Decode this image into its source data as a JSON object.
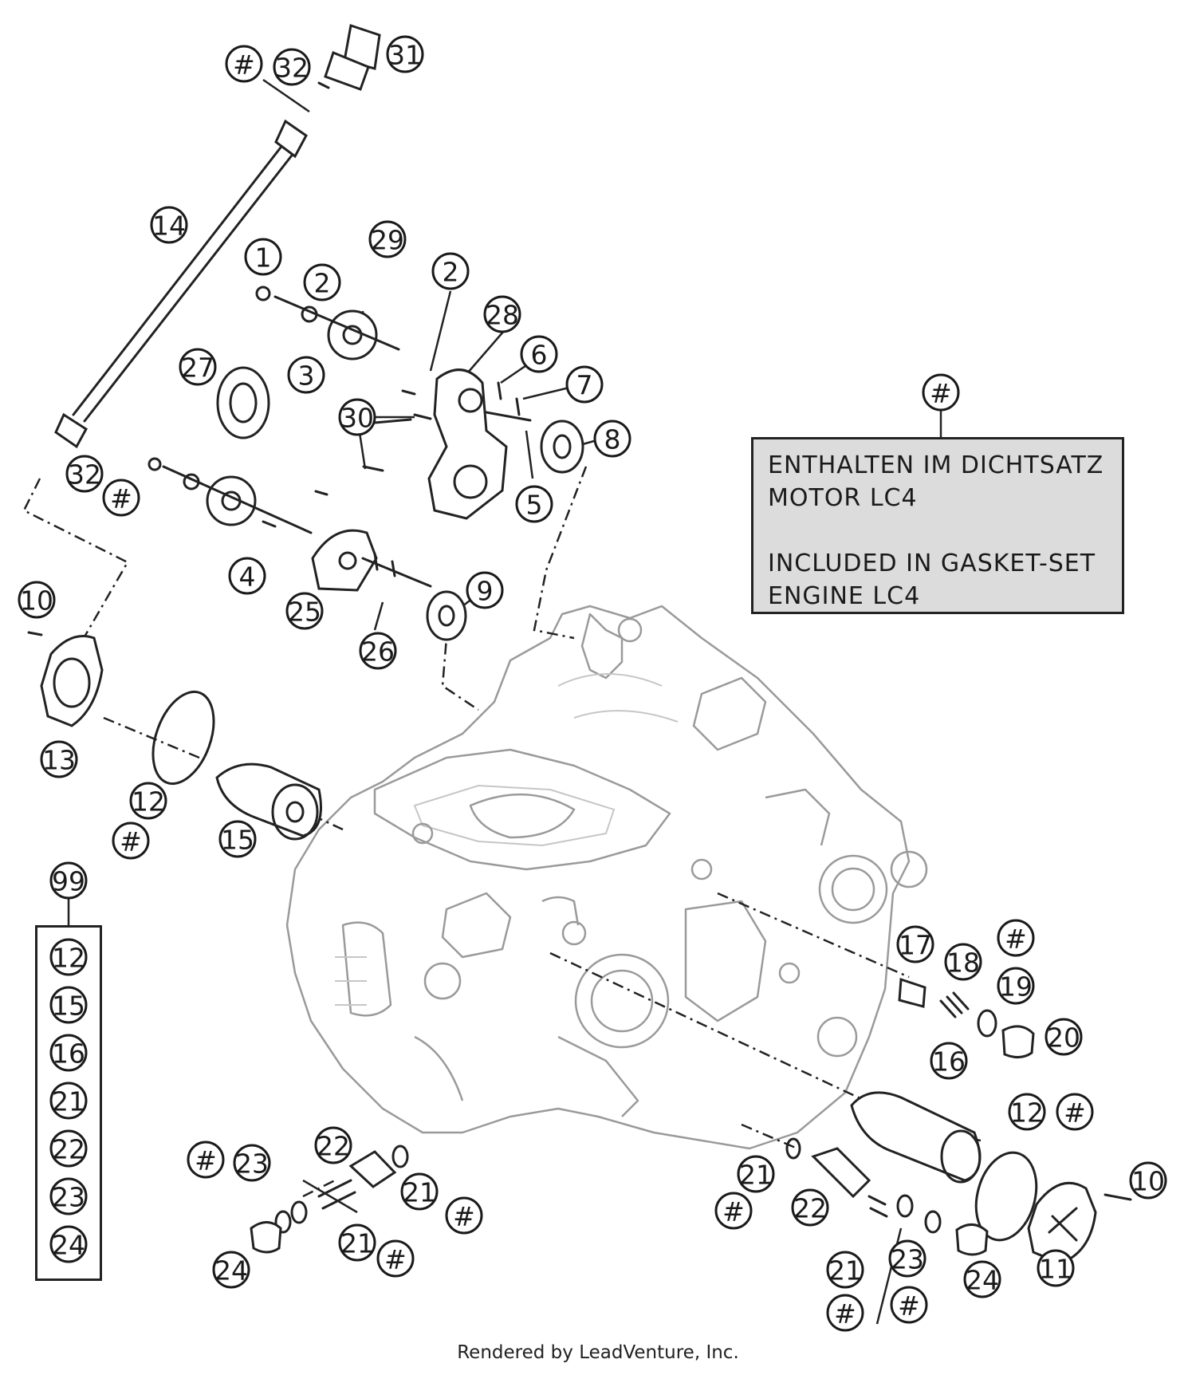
{
  "note": {
    "marker": "#",
    "line1": "ENTHALTEN IM DICHTSATZ",
    "line2": "MOTOR LC4",
    "line3": "INCLUDED IN GASKET-SET",
    "line4": "ENGINE LC4"
  },
  "kit": {
    "label": "99",
    "items": [
      "12",
      "15",
      "16",
      "21",
      "22",
      "23",
      "24"
    ]
  },
  "callouts": [
    {
      "id": "c-hash-31",
      "label": "#"
    },
    {
      "id": "c-32-top",
      "label": "32"
    },
    {
      "id": "c-31",
      "label": "31"
    },
    {
      "id": "c-14",
      "label": "14"
    },
    {
      "id": "c-1",
      "label": "1"
    },
    {
      "id": "c-2a",
      "label": "2"
    },
    {
      "id": "c-29",
      "label": "29"
    },
    {
      "id": "c-2b",
      "label": "2"
    },
    {
      "id": "c-28",
      "label": "28"
    },
    {
      "id": "c-27",
      "label": "27"
    },
    {
      "id": "c-3",
      "label": "3"
    },
    {
      "id": "c-6",
      "label": "6"
    },
    {
      "id": "c-7",
      "label": "7"
    },
    {
      "id": "c-30",
      "label": "30"
    },
    {
      "id": "c-8",
      "label": "8"
    },
    {
      "id": "c-5",
      "label": "5"
    },
    {
      "id": "c-32-mid",
      "label": "32"
    },
    {
      "id": "c-hash-32mid",
      "label": "#"
    },
    {
      "id": "c-4",
      "label": "4"
    },
    {
      "id": "c-9",
      "label": "9"
    },
    {
      "id": "c-25",
      "label": "25"
    },
    {
      "id": "c-26",
      "label": "26"
    },
    {
      "id": "c-10-left",
      "label": "10"
    },
    {
      "id": "c-13",
      "label": "13"
    },
    {
      "id": "c-12-left",
      "label": "12"
    },
    {
      "id": "c-hash-12left",
      "label": "#"
    },
    {
      "id": "c-15",
      "label": "15"
    },
    {
      "id": "c-17",
      "label": "17"
    },
    {
      "id": "c-hash-18",
      "label": "#"
    },
    {
      "id": "c-18",
      "label": "18"
    },
    {
      "id": "c-19",
      "label": "19"
    },
    {
      "id": "c-20",
      "label": "20"
    },
    {
      "id": "c-16",
      "label": "16"
    },
    {
      "id": "c-12-right",
      "label": "12"
    },
    {
      "id": "c-hash-12right",
      "label": "#"
    },
    {
      "id": "c-10-right",
      "label": "10"
    },
    {
      "id": "c-22-left",
      "label": "22"
    },
    {
      "id": "c-hash-23left",
      "label": "#"
    },
    {
      "id": "c-23-left",
      "label": "23"
    },
    {
      "id": "c-21-left-a",
      "label": "21"
    },
    {
      "id": "c-hash-21left-a",
      "label": "#"
    },
    {
      "id": "c-21-left-b",
      "label": "21"
    },
    {
      "id": "c-hash-21left-b",
      "label": "#"
    },
    {
      "id": "c-24-left",
      "label": "24"
    },
    {
      "id": "c-21-right-a",
      "label": "21"
    },
    {
      "id": "c-hash-21right-a",
      "label": "#"
    },
    {
      "id": "c-22-right",
      "label": "22"
    },
    {
      "id": "c-21-right-b",
      "label": "21"
    },
    {
      "id": "c-hash-21right-b",
      "label": "#"
    },
    {
      "id": "c-23-right",
      "label": "23"
    },
    {
      "id": "c-hash-23right",
      "label": "#"
    },
    {
      "id": "c-24-right",
      "label": "24"
    },
    {
      "id": "c-11",
      "label": "11"
    }
  ],
  "footer": "Rendered by LeadVenture, Inc."
}
